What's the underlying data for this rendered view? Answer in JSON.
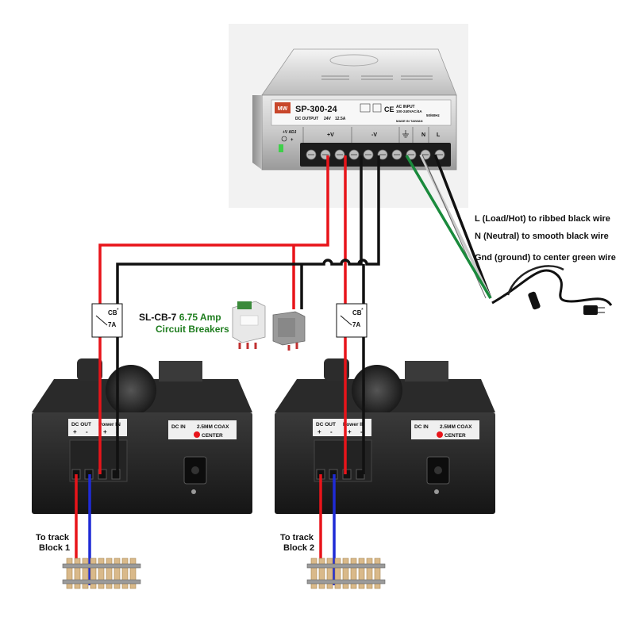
{
  "psu": {
    "brand": "MW",
    "model": "SP-300-24",
    "dc_output_label": "DC OUTPUT",
    "dc_voltage": "24V",
    "dc_current": "12.5A",
    "ac_input_label": "AC INPUT",
    "ac_input_spec": "100-240VAC/4A",
    "ac_freq": "50/60Hz",
    "made_in": "MADE IN TAIWAN",
    "adj_label": "+V ADJ",
    "terminal_pos": "+V",
    "terminal_neg": "-V",
    "terminal_n": "N",
    "terminal_l": "L"
  },
  "wire_labels": {
    "load": "L (Load/Hot) to ribbed black wire",
    "neutral": "N (Neutral) to smooth black wire",
    "ground": "Gnd (ground) to center green wire"
  },
  "breaker": {
    "model": "SL-CB-7",
    "rating": "6.75 Amp",
    "desc": "Circuit Breakers",
    "symbol_cb": "CB",
    "symbol_rating": "7A"
  },
  "controller": {
    "dc_out": "DC OUT",
    "power_in": "Power IN",
    "plus": "+",
    "minus": "-",
    "dc_in": "DC IN",
    "coax": "2.5MM COAX",
    "center": "CENTER"
  },
  "tracks": [
    {
      "line1": "To track",
      "line2": "Block 1"
    },
    {
      "line1": "To track",
      "line2": "Block 2"
    }
  ],
  "colors": {
    "positive_wire": "#e8141a",
    "negative_wire": "#111111",
    "track_blue": "#1f2bd6",
    "ground_green": "#1a8a3c",
    "breaker_green": "#1e7d1e"
  }
}
